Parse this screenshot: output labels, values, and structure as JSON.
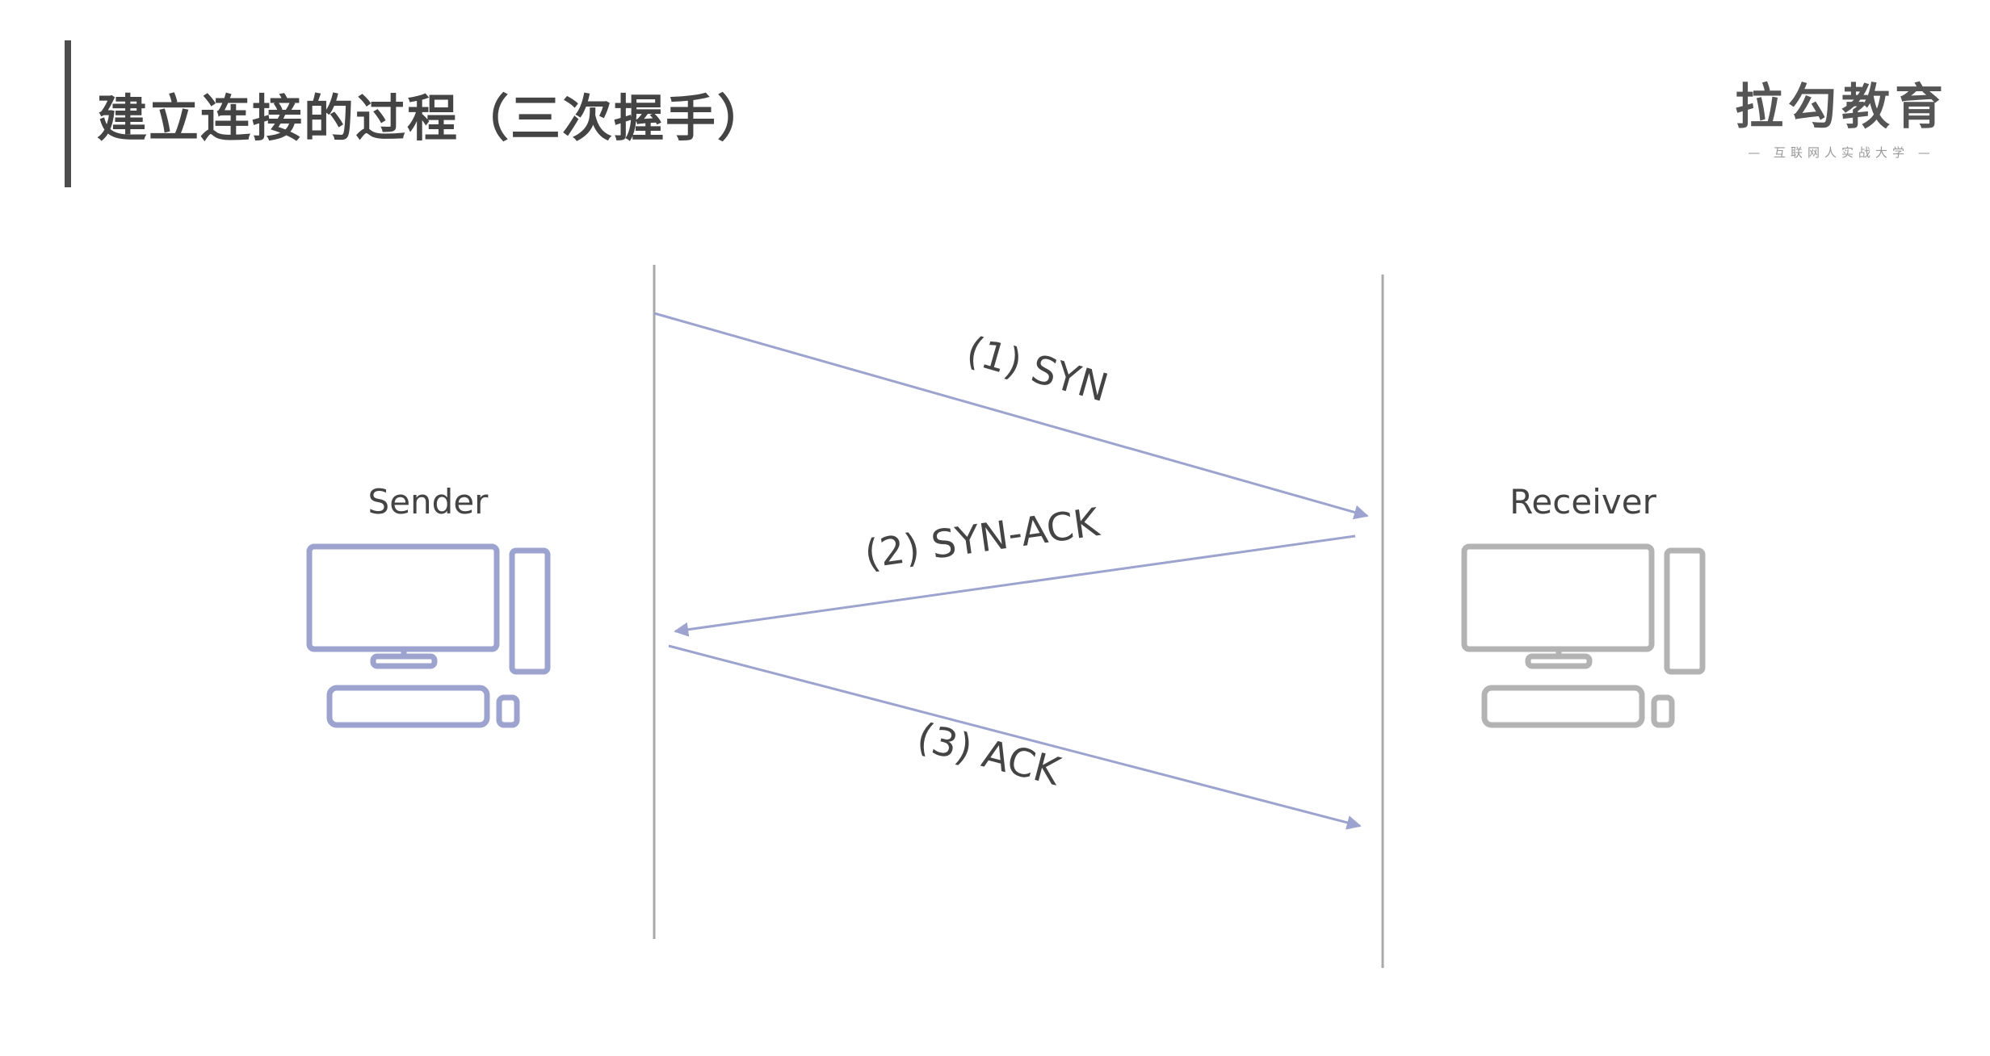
{
  "title": "建立连接的过程（三次握手）",
  "logo": {
    "main": "拉勾教育",
    "sub": "— 互联网人实战大学 —"
  },
  "nodes": {
    "sender": {
      "label": "Sender",
      "icon": "desktop-computer-icon",
      "color": "#9da3cf"
    },
    "receiver": {
      "label": "Receiver",
      "icon": "desktop-computer-icon",
      "color": "#b3b3b3"
    }
  },
  "messages": [
    {
      "label": "(1) SYN",
      "direction": "sender-to-receiver"
    },
    {
      "label": "(2) SYN-ACK",
      "direction": "receiver-to-sender"
    },
    {
      "label": "(3) ACK",
      "direction": "sender-to-receiver"
    }
  ],
  "colors": {
    "arrow": "#9da3cf",
    "lifeline": "#a9a9a9",
    "text": "#444444",
    "title_bar": "#4d4d4d"
  }
}
